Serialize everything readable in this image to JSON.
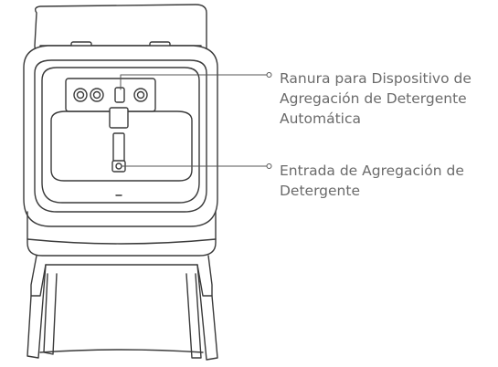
{
  "callouts": [
    {
      "lines": [
        "Ranura para Dispositivo de",
        "Agregación de Detergente",
        "Automática"
      ]
    },
    {
      "lines": [
        "Entrada de Agregación de",
        "Detergente"
      ]
    }
  ],
  "colors": {
    "outline": "#3a3a3a",
    "leader_line": "#555555",
    "text": "#6b6b6b"
  }
}
